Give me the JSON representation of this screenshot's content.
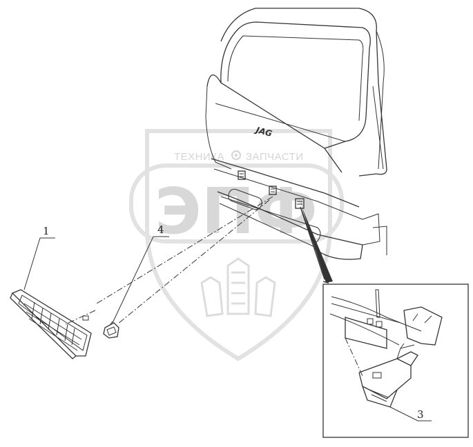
{
  "watermark": {
    "top_left": "ТЕХНИКА",
    "top_right": "ЗАПЧАСТИ",
    "letters": "ЭПФ",
    "gear_icon": "gear-icon"
  },
  "brand_label": "JAG",
  "callouts": {
    "c1": "1",
    "c3": "3",
    "c4": "4"
  }
}
